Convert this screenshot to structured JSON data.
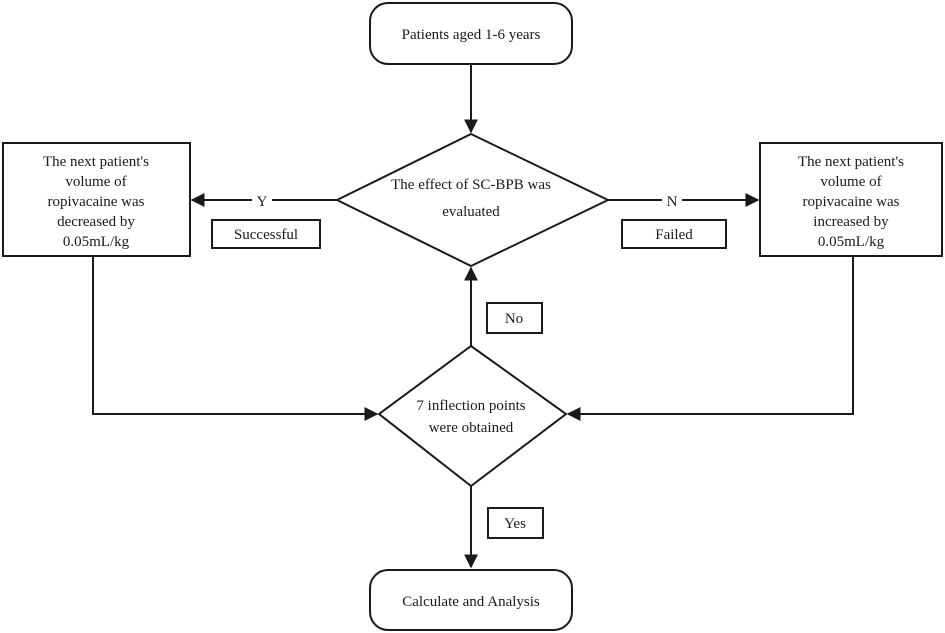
{
  "start": {
    "label": "Patients aged 1-6 years"
  },
  "evaluate": {
    "lines": [
      "The effect of SC-BPB was",
      "evaluated"
    ]
  },
  "left_box": {
    "lines": [
      "The next patient's",
      "volume of",
      "ropivacaine was",
      "decreased by",
      "0.05mL/kg"
    ]
  },
  "right_box": {
    "lines": [
      "The next patient's",
      "volume of",
      "ropivacaine was",
      "increased by",
      "0.05mL/kg"
    ]
  },
  "yes_branch": {
    "letter": "Y",
    "label": "Successful"
  },
  "no_branch": {
    "letter": "N",
    "label": "Failed"
  },
  "check": {
    "lines": [
      "7 inflection points",
      "were obtained"
    ]
  },
  "loop_label": "No",
  "exit_label": "Yes",
  "end": {
    "label": "Calculate and Analysis"
  },
  "colors": {
    "stroke": "#1a1a1a",
    "background": "#ffffff"
  }
}
